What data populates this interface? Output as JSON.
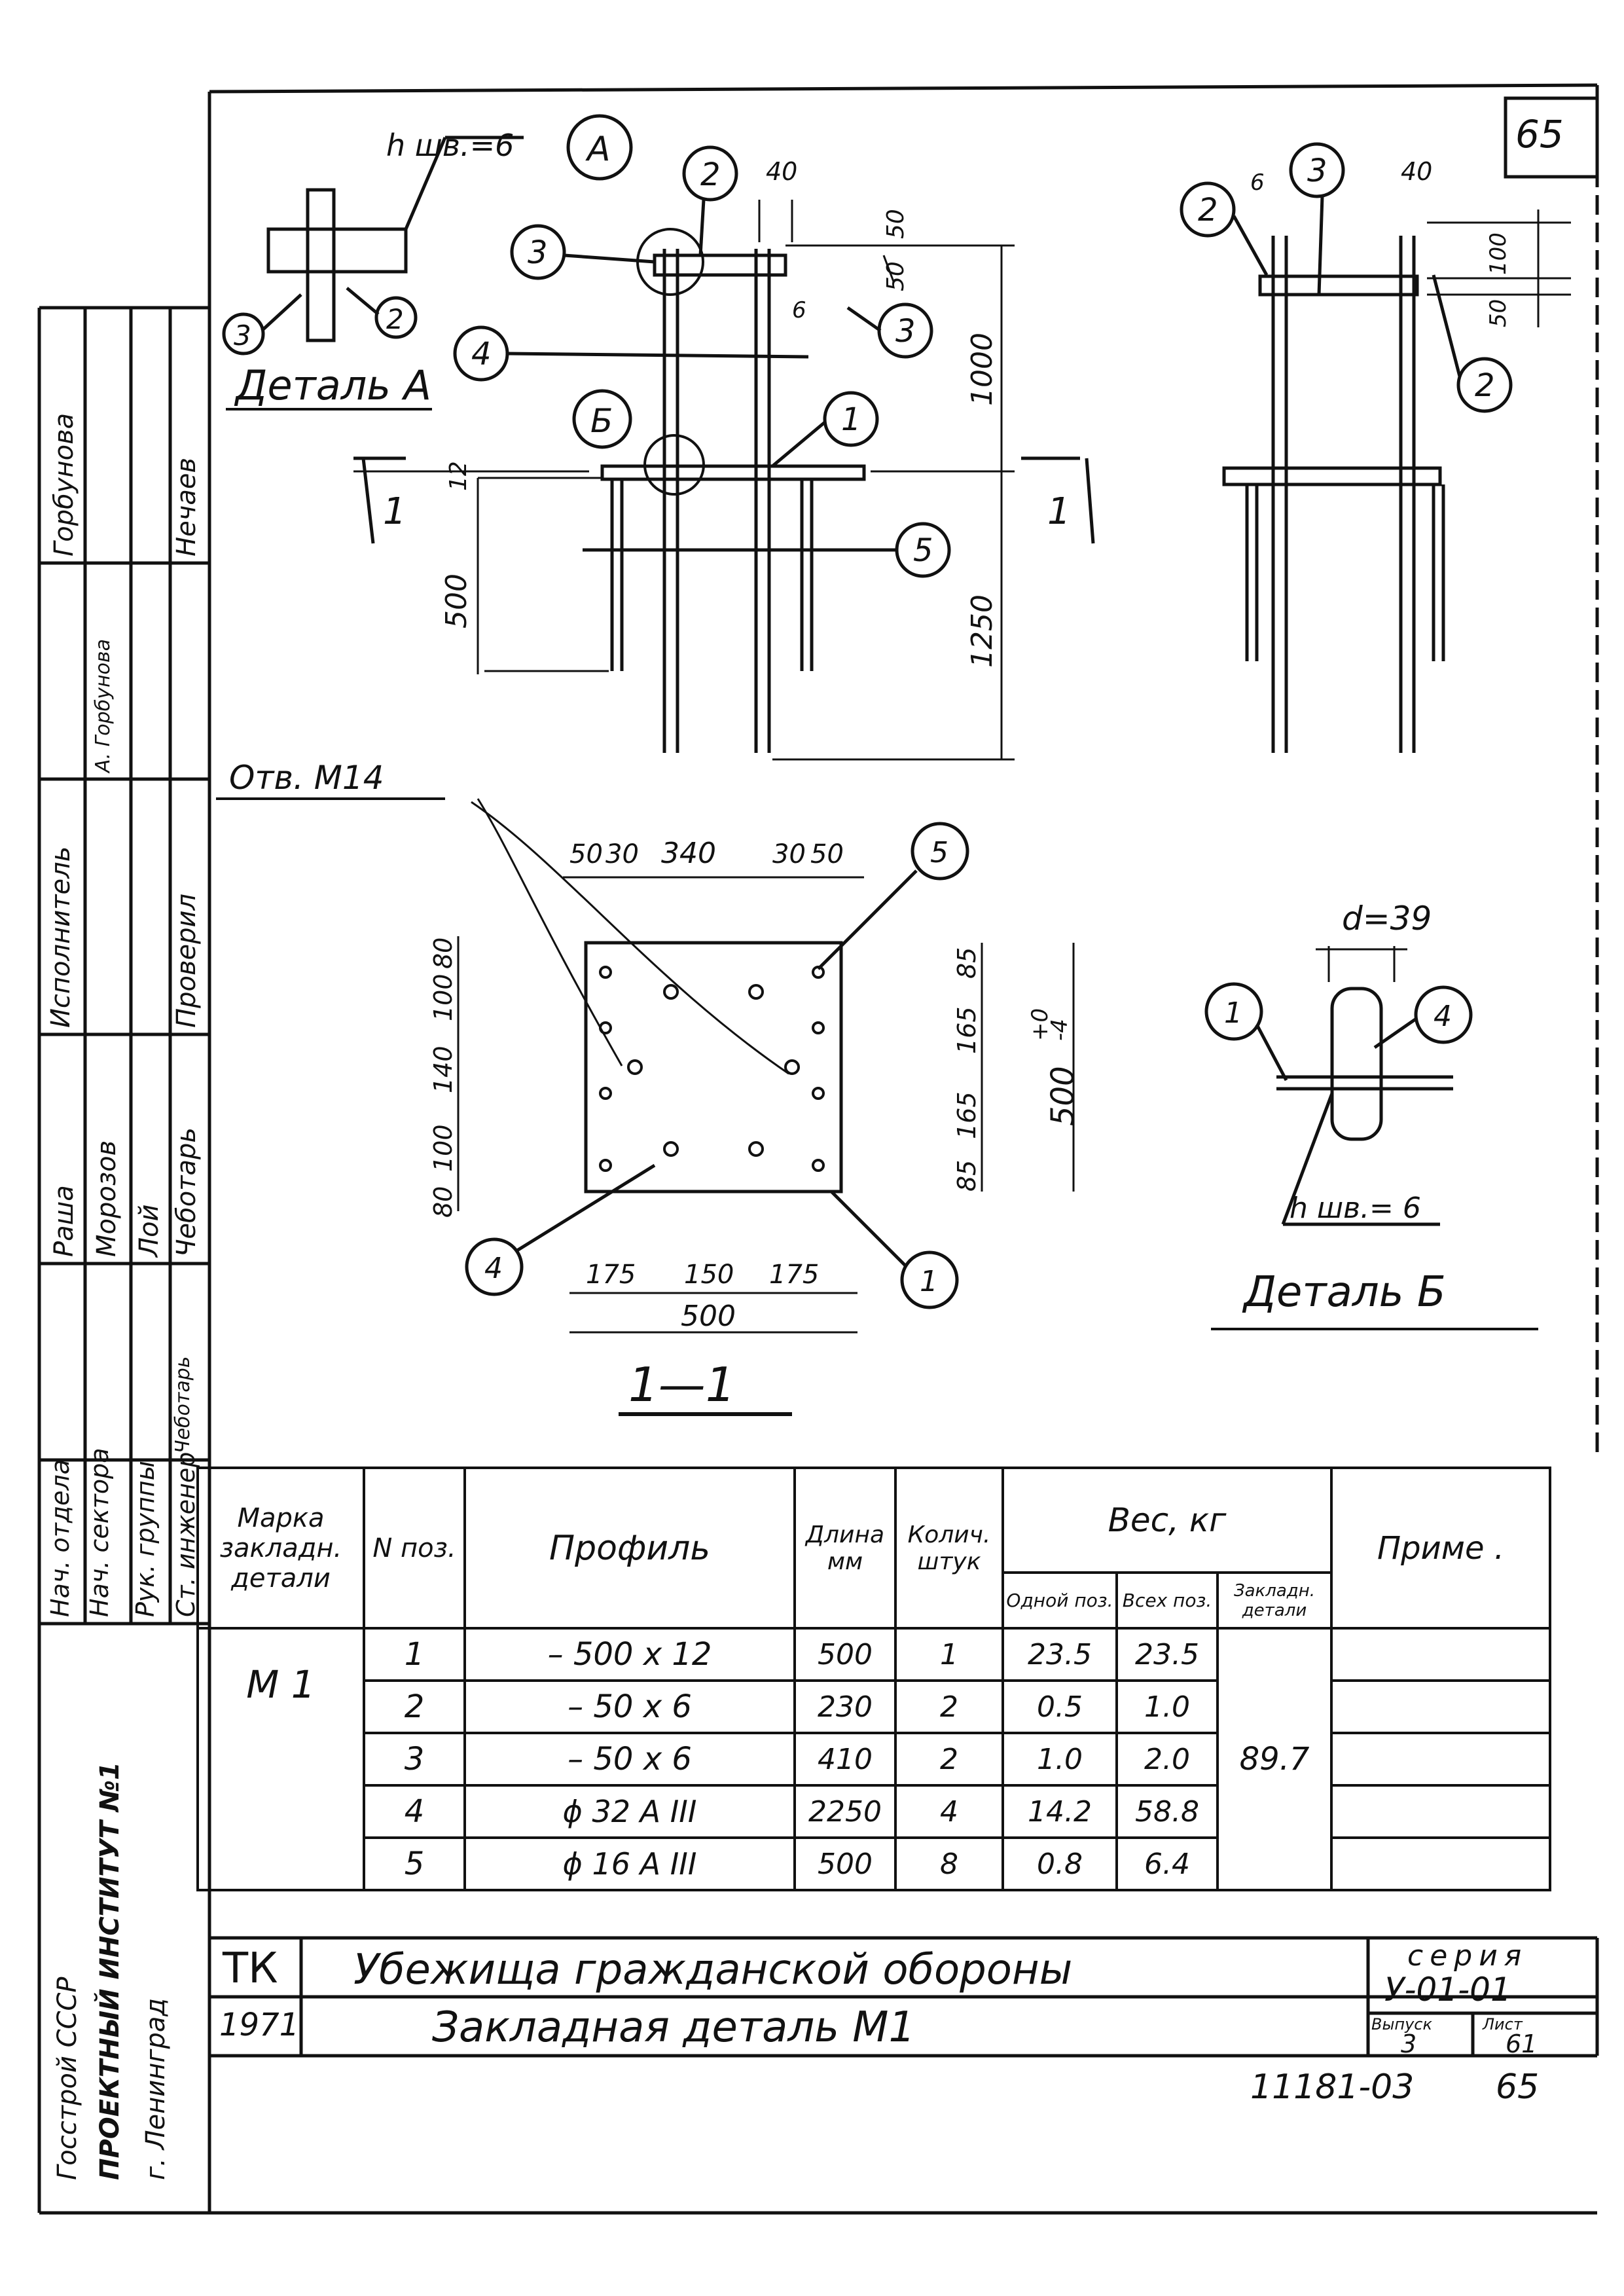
{
  "sheet_number": "65",
  "detail_A": {
    "title": "Деталь А",
    "weld": "h шв.=6",
    "marker": "А",
    "callouts": [
      "3",
      "2"
    ]
  },
  "detail_B": {
    "title": "Деталь Б",
    "weld": "h шв.= 6",
    "diameter": "d=39",
    "marker": "Б",
    "callouts": [
      "1",
      "4"
    ]
  },
  "front_view": {
    "callouts": [
      "2",
      "3",
      "3",
      "4",
      "1",
      "5"
    ],
    "dims": [
      "40",
      "50",
      "50",
      "6",
      "1000",
      "12",
      "500",
      "1250"
    ],
    "section_mark": "1"
  },
  "side_view": {
    "callouts": [
      "2",
      "3",
      "2"
    ],
    "dims": [
      "6",
      "40",
      "100",
      "50"
    ]
  },
  "section": {
    "title": "1—1",
    "hole_label": "Отв. М14",
    "top_dims": [
      "50",
      "30",
      "340",
      "30",
      "50"
    ],
    "left_dims": [
      "80",
      "100",
      "140",
      "100",
      "80"
    ],
    "right_dims": [
      "85",
      "165",
      "165",
      "85"
    ],
    "overall_right": "500",
    "tolerance_upper": "+0",
    "tolerance_lower": "-4",
    "bottom_dims": [
      "175",
      "150",
      "175"
    ],
    "overall_bottom": "500",
    "callouts": [
      "5",
      "4",
      "1"
    ]
  },
  "side_stamp": {
    "org_lines": [
      "Госстрой СССР",
      "ПРОЕКТНЫЙ ИНСТИТУТ №1",
      "г. Ленинград"
    ],
    "roles": [
      "Нач. отдела",
      "Нач. сектора",
      "Рук. группы",
      "Ст. инженер",
      "Исполнитель",
      "Проверил"
    ],
    "names": [
      "Раша",
      "Морозов",
      "Лой",
      "Чеботарь",
      "Горбунова",
      "Нечаев"
    ],
    "signatures": [
      "",
      "",
      "",
      "Чеботарь",
      "А. Горбунова",
      ""
    ]
  },
  "spec_table": {
    "headers": {
      "mark": "Марка закладн. детали",
      "pos": "N поз.",
      "profile": "Профиль",
      "length": "Длина мм",
      "qty": "Колич. штук",
      "weight": "Вес, кг",
      "w_one": "Одной поз.",
      "w_all": "Всех поз.",
      "w_part": "Закладн. детали",
      "note": "Приме ."
    },
    "mark": "М 1",
    "total_weight": "89.7",
    "rows": [
      {
        "pos": "1",
        "profile": "– 500 x 12",
        "length": "500",
        "qty": "1",
        "w_one": "23.5",
        "w_all": "23.5"
      },
      {
        "pos": "2",
        "profile": "– 50 x 6",
        "length": "230",
        "qty": "2",
        "w_one": "0.5",
        "w_all": "1.0"
      },
      {
        "pos": "3",
        "profile": "– 50 x 6",
        "length": "410",
        "qty": "2",
        "w_one": "1.0",
        "w_all": "2.0"
      },
      {
        "pos": "4",
        "profile": "ϕ 32 А III",
        "length": "2250",
        "qty": "4",
        "w_one": "14.2",
        "w_all": "58.8"
      },
      {
        "pos": "5",
        "profile": "ϕ 16 А III",
        "length": "500",
        "qty": "8",
        "w_one": "0.8",
        "w_all": "6.4"
      }
    ]
  },
  "title_block": {
    "code": "ТК",
    "year": "1971",
    "subject": "Убежища гражданской обороны",
    "drawing": "Закладная деталь М1",
    "series_label": "серия",
    "series": "У-01-01",
    "issue_label": "Выпуск",
    "issue": "3",
    "sheet_label": "Лист",
    "sheet": "61"
  },
  "footer_code": "11181-03",
  "footer_page": "65"
}
